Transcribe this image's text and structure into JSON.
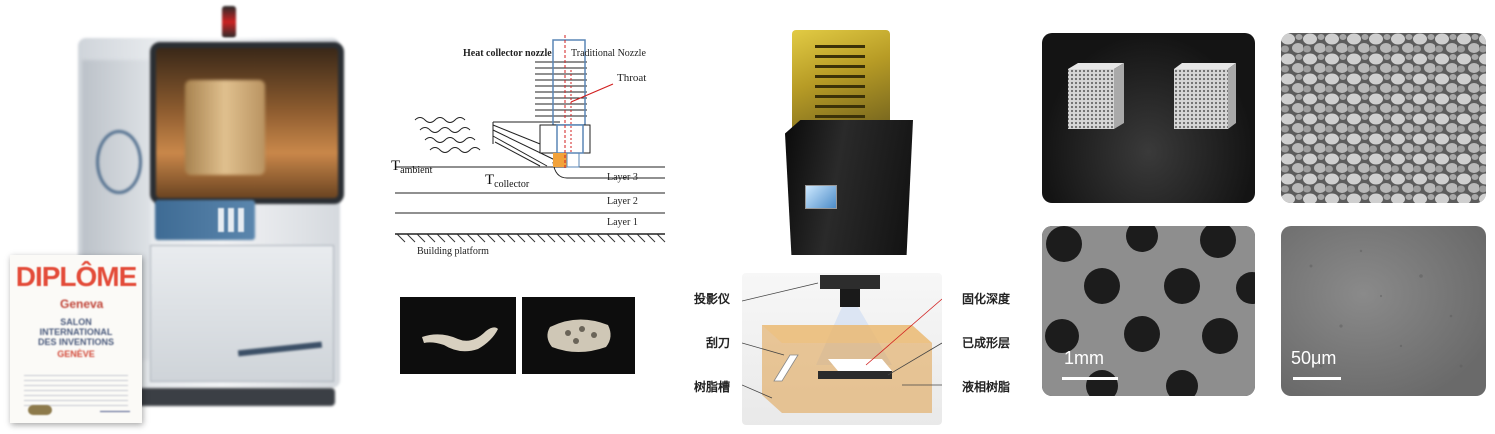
{
  "schematic": {
    "heat_collector_nozzle": "Heat collector nozzle",
    "traditional_nozzle": "Traditional Nozzle",
    "throat": "Throat",
    "t_ambient": {
      "base": "T",
      "sub": "ambient"
    },
    "t_collector": {
      "base": "T",
      "sub": "collector"
    },
    "layers": [
      "Layer 3",
      "Layer 2",
      "Layer 1"
    ],
    "building_platform": "Building platform"
  },
  "sla_diagram": {
    "projector": "投影仪",
    "scraper": "刮刀",
    "resin_tank": "树脂槽",
    "cure_depth": "固化深度",
    "formed_layer": "已成形层",
    "liquid_resin": "液相树脂"
  },
  "micrographs": {
    "scale_1": "1mm",
    "scale_2": "50μm"
  },
  "colors": {
    "nozzle_blue": "#5a86b5",
    "throat_red": "#d11f1f",
    "heat_orange": "#f2a23a",
    "resin_amber": "#e0a04a",
    "printer_lid": "#d4b623"
  }
}
